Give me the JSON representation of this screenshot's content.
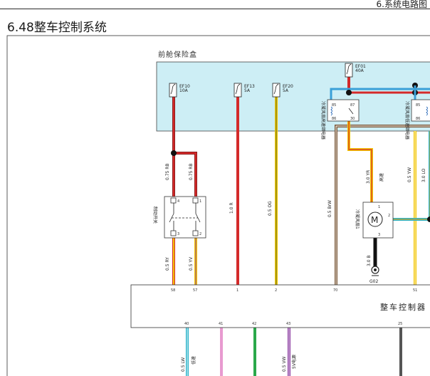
{
  "header": {
    "title": "6.系统电路图",
    "section": "6.48整车控制系统"
  },
  "fuse_box": {
    "title": "前舱保险盒"
  },
  "fuses": [
    {
      "id": "EF10",
      "rating": "10A"
    },
    {
      "id": "EF13",
      "rating": "5A"
    },
    {
      "id": "EF20",
      "rating": "5A"
    },
    {
      "id": "EF01",
      "rating": "40A"
    }
  ],
  "relays": {
    "left": {
      "label": "冷凝风扇高速继电器",
      "pins": [
        "85",
        "87",
        "86",
        "30"
      ]
    },
    "right": {
      "label": "冷凝风扇低速继电器",
      "pins": [
        "85",
        "86"
      ]
    }
  },
  "wires": {
    "rb_left": "0.75 RB",
    "rb_right": "0.75 RB",
    "r": "1.0 R",
    "og": "0.5 OG",
    "brw": "0.5 BrW",
    "yr": "3.0 YR",
    "yw": "0.5 YW",
    "lo": "3.0 LO",
    "ry": "0.5 RY",
    "yv": "0.5 YV",
    "b": "3.0 B",
    "lw": "0.5 LW",
    "vw": "0.5 VW"
  },
  "wire_notes": {
    "yr": "高速",
    "lw": "低速",
    "vw": "5V电源"
  },
  "brake_switch": {
    "label": "制动开关",
    "pins": [
      "4",
      "1",
      "3",
      "2"
    ]
  },
  "fan": {
    "label": "冷凝风扇1",
    "symbol": "M",
    "pins": [
      "1",
      "2",
      "3"
    ]
  },
  "ground": {
    "label": "G02"
  },
  "ecu": {
    "title": "整车控制器",
    "top_pins": [
      "58",
      "57",
      "1",
      "2",
      "70",
      "51"
    ],
    "bottom_pins": [
      "40",
      "41",
      "42",
      "43",
      "25"
    ]
  },
  "colors": {
    "red": "#d42a2a",
    "dark_red": "#8c1c1c",
    "yellow": "#f2c500",
    "olive": "#8a8a1e",
    "brown": "#7b5a3a",
    "blue": "#3aa0d8",
    "cyan": "#2ab3c9",
    "pink": "#e89ad0",
    "green": "#2aa84a",
    "purple": "#8a3aa0",
    "black": "#111111",
    "box_fill": "#cdeef5",
    "ecu_fill": "#ffffff"
  }
}
